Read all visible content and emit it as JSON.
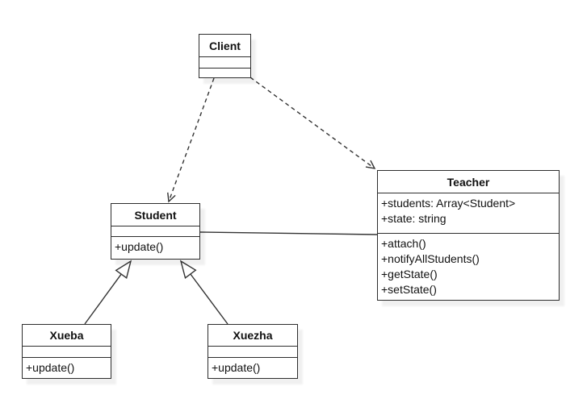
{
  "canvas": {
    "background": "#ffffff",
    "box_fill": "#ffffff",
    "box_stroke": "#2d2d2d",
    "edge_color": "#333333",
    "shadow_color": "rgba(0,0,0,0.06)"
  },
  "classes": [
    {
      "name": "Client",
      "attributes": [],
      "methods": []
    },
    {
      "name": "Teacher",
      "attributes": [
        "+students: Array<Student>",
        "+state: string"
      ],
      "methods": [
        "+attach()",
        "+notifyAllStudents()",
        "+getState()",
        "+setState()"
      ]
    },
    {
      "name": "Student",
      "attributes": [],
      "methods": [
        "+update()"
      ]
    },
    {
      "name": "Xueba",
      "attributes": [],
      "methods": [
        "+update()"
      ]
    },
    {
      "name": "Xuezha",
      "attributes": [],
      "methods": [
        "+update()"
      ]
    }
  ],
  "relations": [
    {
      "type": "dependency",
      "from": "Client",
      "to": "Student",
      "line": "dashed",
      "arrow": "open"
    },
    {
      "type": "dependency",
      "from": "Client",
      "to": "Teacher",
      "line": "dashed",
      "arrow": "open"
    },
    {
      "type": "association",
      "from": "Student",
      "to": "Teacher",
      "line": "solid",
      "arrow": "none"
    },
    {
      "type": "generalization",
      "from": "Xueba",
      "to": "Student",
      "line": "solid",
      "arrow": "hollow-triangle"
    },
    {
      "type": "generalization",
      "from": "Xuezha",
      "to": "Student",
      "line": "solid",
      "arrow": "hollow-triangle"
    }
  ]
}
